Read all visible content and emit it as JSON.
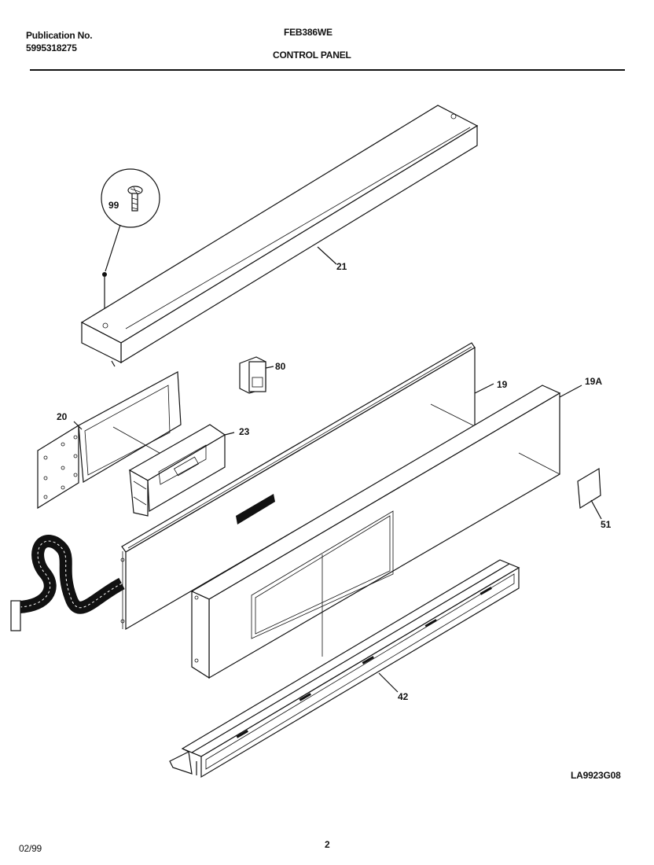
{
  "header": {
    "publication_label": "Publication No.",
    "publication_number": "5995318275",
    "model": "FEB386WE",
    "section_title": "CONTROL PANEL"
  },
  "diagram": {
    "callouts": {
      "screw": "99",
      "backguard_top": "21",
      "relay": "80",
      "bracket": "20",
      "clock_board": "23",
      "panel_front": "19",
      "panel_overlay": "19A",
      "label": "51",
      "vent_trim": "42"
    },
    "drawing_code": "LA9923G08"
  },
  "footer": {
    "date": "02/99",
    "page_number": "2"
  }
}
